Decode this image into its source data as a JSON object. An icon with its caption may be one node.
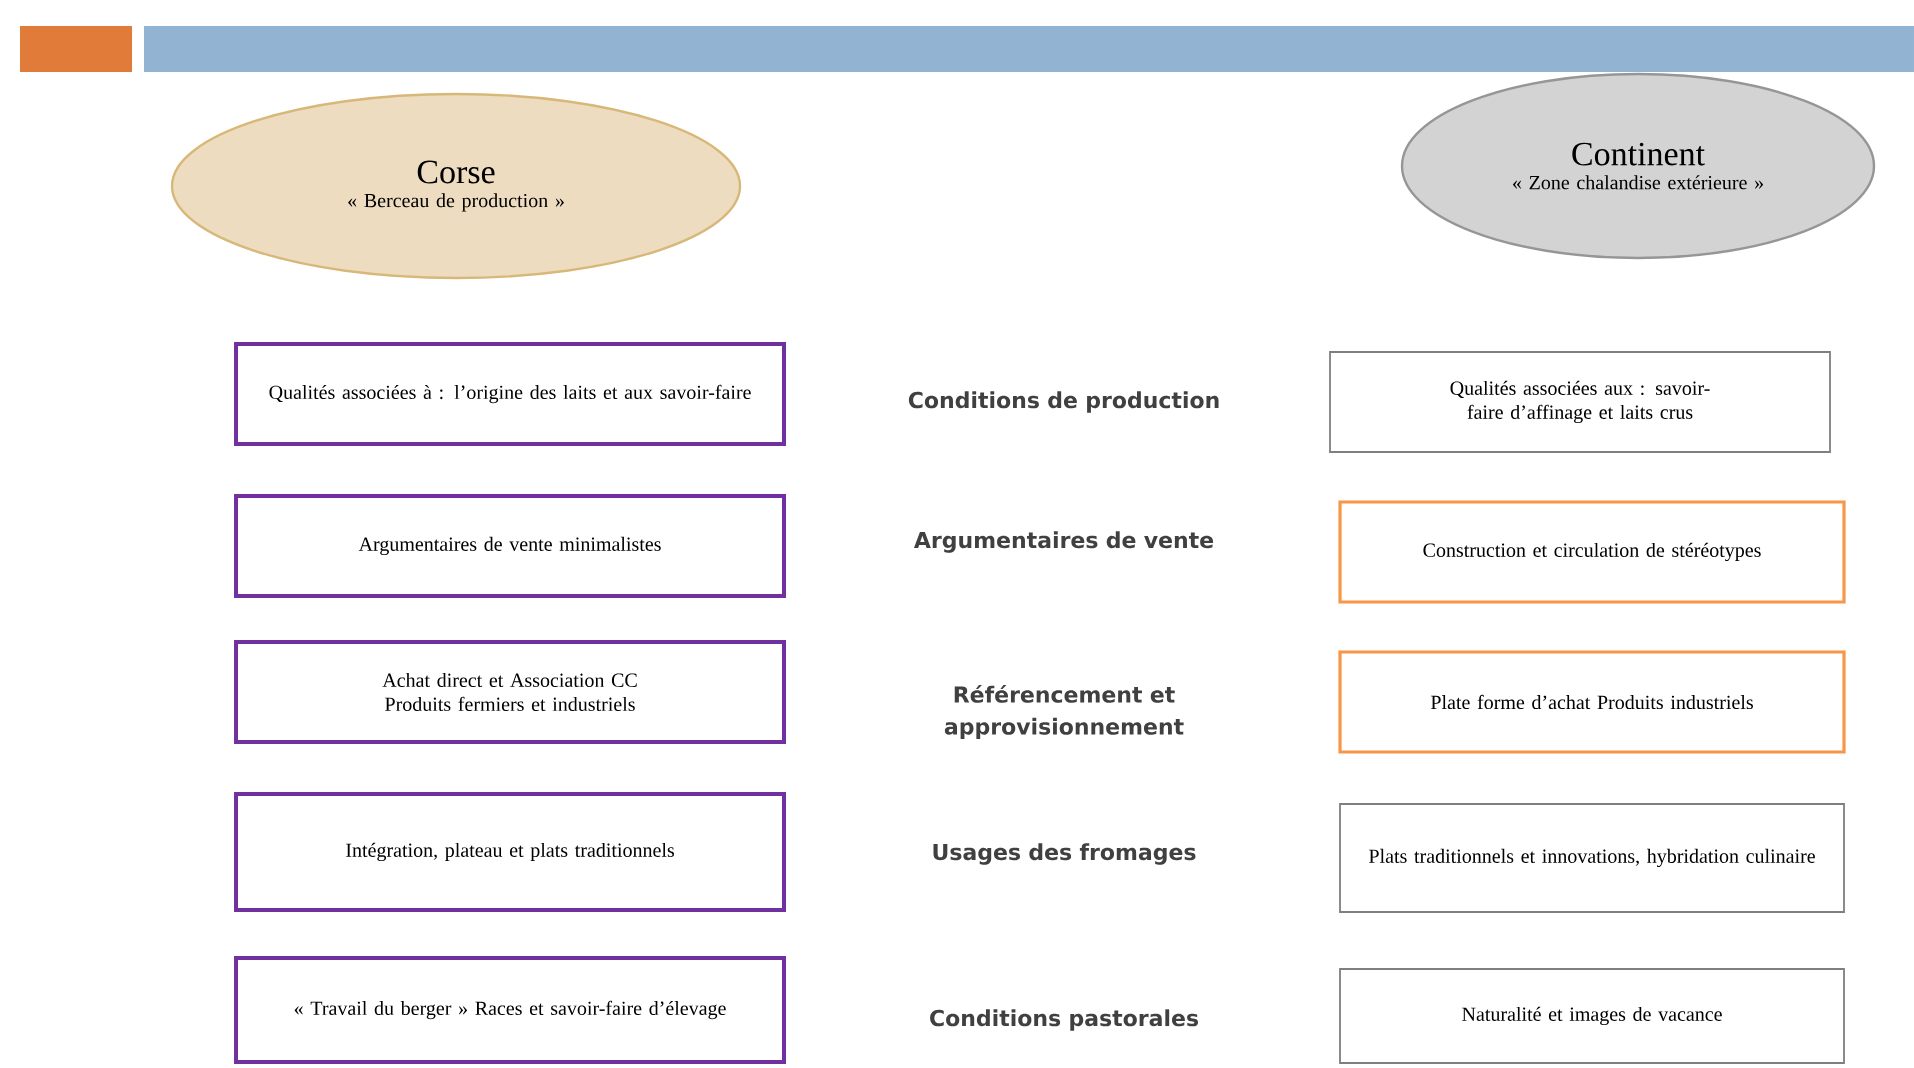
{
  "diagram": {
    "nodes": [
      {
        "text": [
          "Corse",
          "« Berceau de production »"
        ]
      },
      {
        "text": [
          "Continent",
          "« Zone chalandise extérieure »"
        ]
      },
      {
        "text": [
          "Qualités associées à : l’origine des laits et aux savoir-faire"
        ]
      },
      {
        "text": [
          "Qualités associées aux : savoir-faire d’affinage et laits crus"
        ]
      },
      {
        "text": [
          "Argumentaires de vente minimalistes"
        ]
      },
      {
        "text": [
          "Construction et circulation de stéréotypes"
        ]
      },
      {
        "text": [
          "Achat direct et Association CC Produits fermiers et industriels"
        ]
      },
      {
        "text": [
          "Plate forme d’achat Produits industriels"
        ]
      },
      {
        "text": [
          "Intégration, plateau et plats traditionnels"
        ]
      },
      {
        "text": [
          "Plats traditionnels et innovations, hybridation culinaire"
        ]
      },
      {
        "text": [
          "« Travail du berger » Races et savoir-faire d’élevage"
        ]
      },
      {
        "text": [
          "Naturalité et images de vacance"
        ]
      }
    ],
    "labels": [
      "Conditions de production",
      "Argumentaires de vente",
      "Référencement et approvisionnement",
      "Usages des fromages",
      "Conditions pastorales"
    ]
  }
}
